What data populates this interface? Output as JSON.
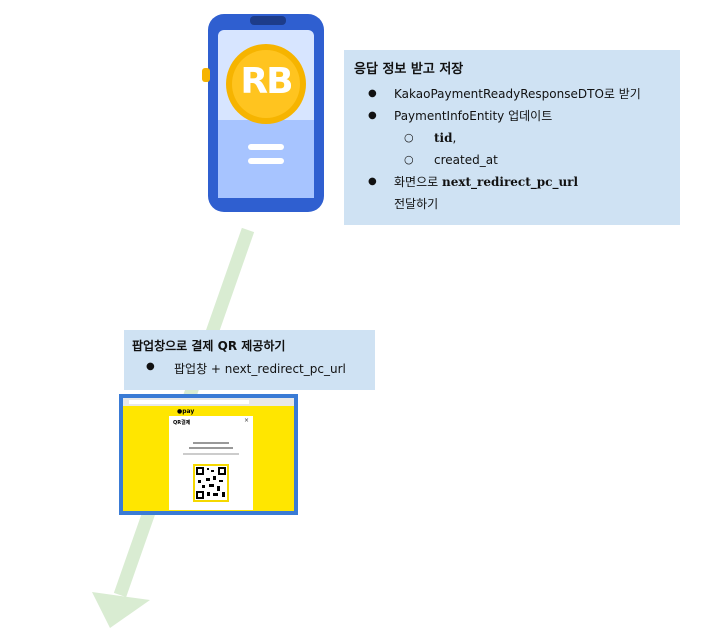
{
  "app_icon": {
    "logo_text": "RB"
  },
  "info_box": {
    "title": "응답 정보 받고 저장",
    "item1": "KakaoPaymentReadyResponseDTO로 받기",
    "item2": "PaymentInfoEntity 업데이트",
    "sub1_bold": "tid",
    "sub1_suffix": ",",
    "sub2": "created_at",
    "item3_prefix": "화면으로 ",
    "item3_bold": "next_redirect_pc_url",
    "item3_cont": "전달하기"
  },
  "popup_box": {
    "title": "팝업창으로 결제 QR 제공하기",
    "item": "팝업창 + next_redirect_pc_url"
  },
  "thumbnail": {
    "brand": "●pay",
    "card_title": "QR결제"
  },
  "colors": {
    "box_fill": "#cfe2f3",
    "phone_blue": "#2f5fd0",
    "arrow": "#d9ecd2",
    "coin": "#f6b400",
    "kakao_yellow": "#ffe600"
  }
}
